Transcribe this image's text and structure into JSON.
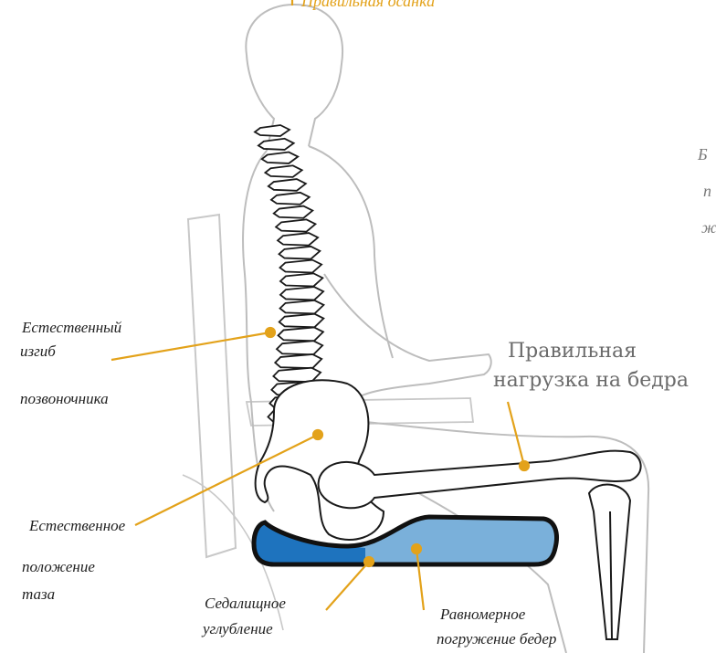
{
  "labels": {
    "top_title": "Правильная осанка",
    "right_cut_1": "Б",
    "right_cut_2": "п",
    "right_cut_3": "ж",
    "spine_line1": "Естественный",
    "spine_line2": "изгиб",
    "spine_line3": "позвоночника",
    "thigh_line1": "Правильная",
    "thigh_line2": "нагрузка на бедра",
    "pelvis_line1": "Естественное",
    "pelvis_line2": "положение",
    "pelvis_line3": "таза",
    "ischial_line1": "Седалищное",
    "ischial_line2": "углубление",
    "immersion_line1": "Равномерное",
    "immersion_line2": "погружение бедер"
  },
  "colors": {
    "leader": "#e3a21a",
    "outline": "#bdbdbd",
    "bone": "#1a1a1a",
    "cushion_dark": "#1e73be",
    "cushion_light": "#7ab0da",
    "cushion_border": "#111111"
  }
}
